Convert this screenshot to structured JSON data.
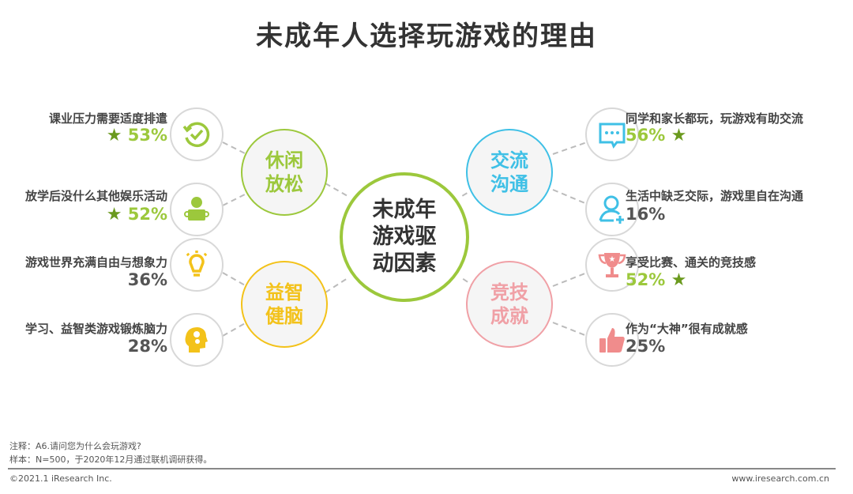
{
  "title": "未成年人选择玩游戏的理由",
  "center": {
    "line1": "未成年",
    "line2": "游戏驱",
    "line3": "动因素"
  },
  "categories": [
    {
      "line1": "休闲",
      "line2": "放松",
      "color": "#9cc83c"
    },
    {
      "line1": "益智",
      "line2": "健脑",
      "color": "#f3c21a"
    },
    {
      "line1": "交流",
      "line2": "沟通",
      "color": "#3fc0e6"
    },
    {
      "line1": "竞技",
      "line2": "成就",
      "color": "#f0a0a6"
    }
  ],
  "reasons": [
    {
      "label": "课业压力需要适度排遣",
      "percent": "53%",
      "star": "★",
      "icon": "refresh-check-icon"
    },
    {
      "label": "放学后没什么其他娱乐活动",
      "percent": "52%",
      "star": "★",
      "icon": "reading-person-icon"
    },
    {
      "label": "游戏世界充满自由与想象力",
      "percent": "36%",
      "icon": "lightbulb-icon"
    },
    {
      "label": "学习、益智类游戏锻炼脑力",
      "percent": "28%",
      "icon": "head-gears-icon"
    },
    {
      "label": "同学和家长都玩，玩游戏有助交流",
      "percent": "56%",
      "star": "★",
      "icon": "chat-bubble-icon"
    },
    {
      "label": "生活中缺乏交际，游戏里自在沟通",
      "percent": "16%",
      "icon": "add-user-icon"
    },
    {
      "label": "享受比赛、通关的竞技感",
      "percent": "52%",
      "star": "★",
      "icon": "trophy-icon"
    },
    {
      "label": "作为“大神”很有成就感",
      "percent": "25%",
      "icon": "thumbs-up-icon"
    }
  ],
  "footer": {
    "note": "注释：A6.请问您为什么会玩游戏?",
    "sample": "样本：N=500，于2020年12月通过联机调研获得。",
    "copyright": "©2021.1 iResearch Inc.",
    "website": "www.iresearch.com.cn"
  }
}
